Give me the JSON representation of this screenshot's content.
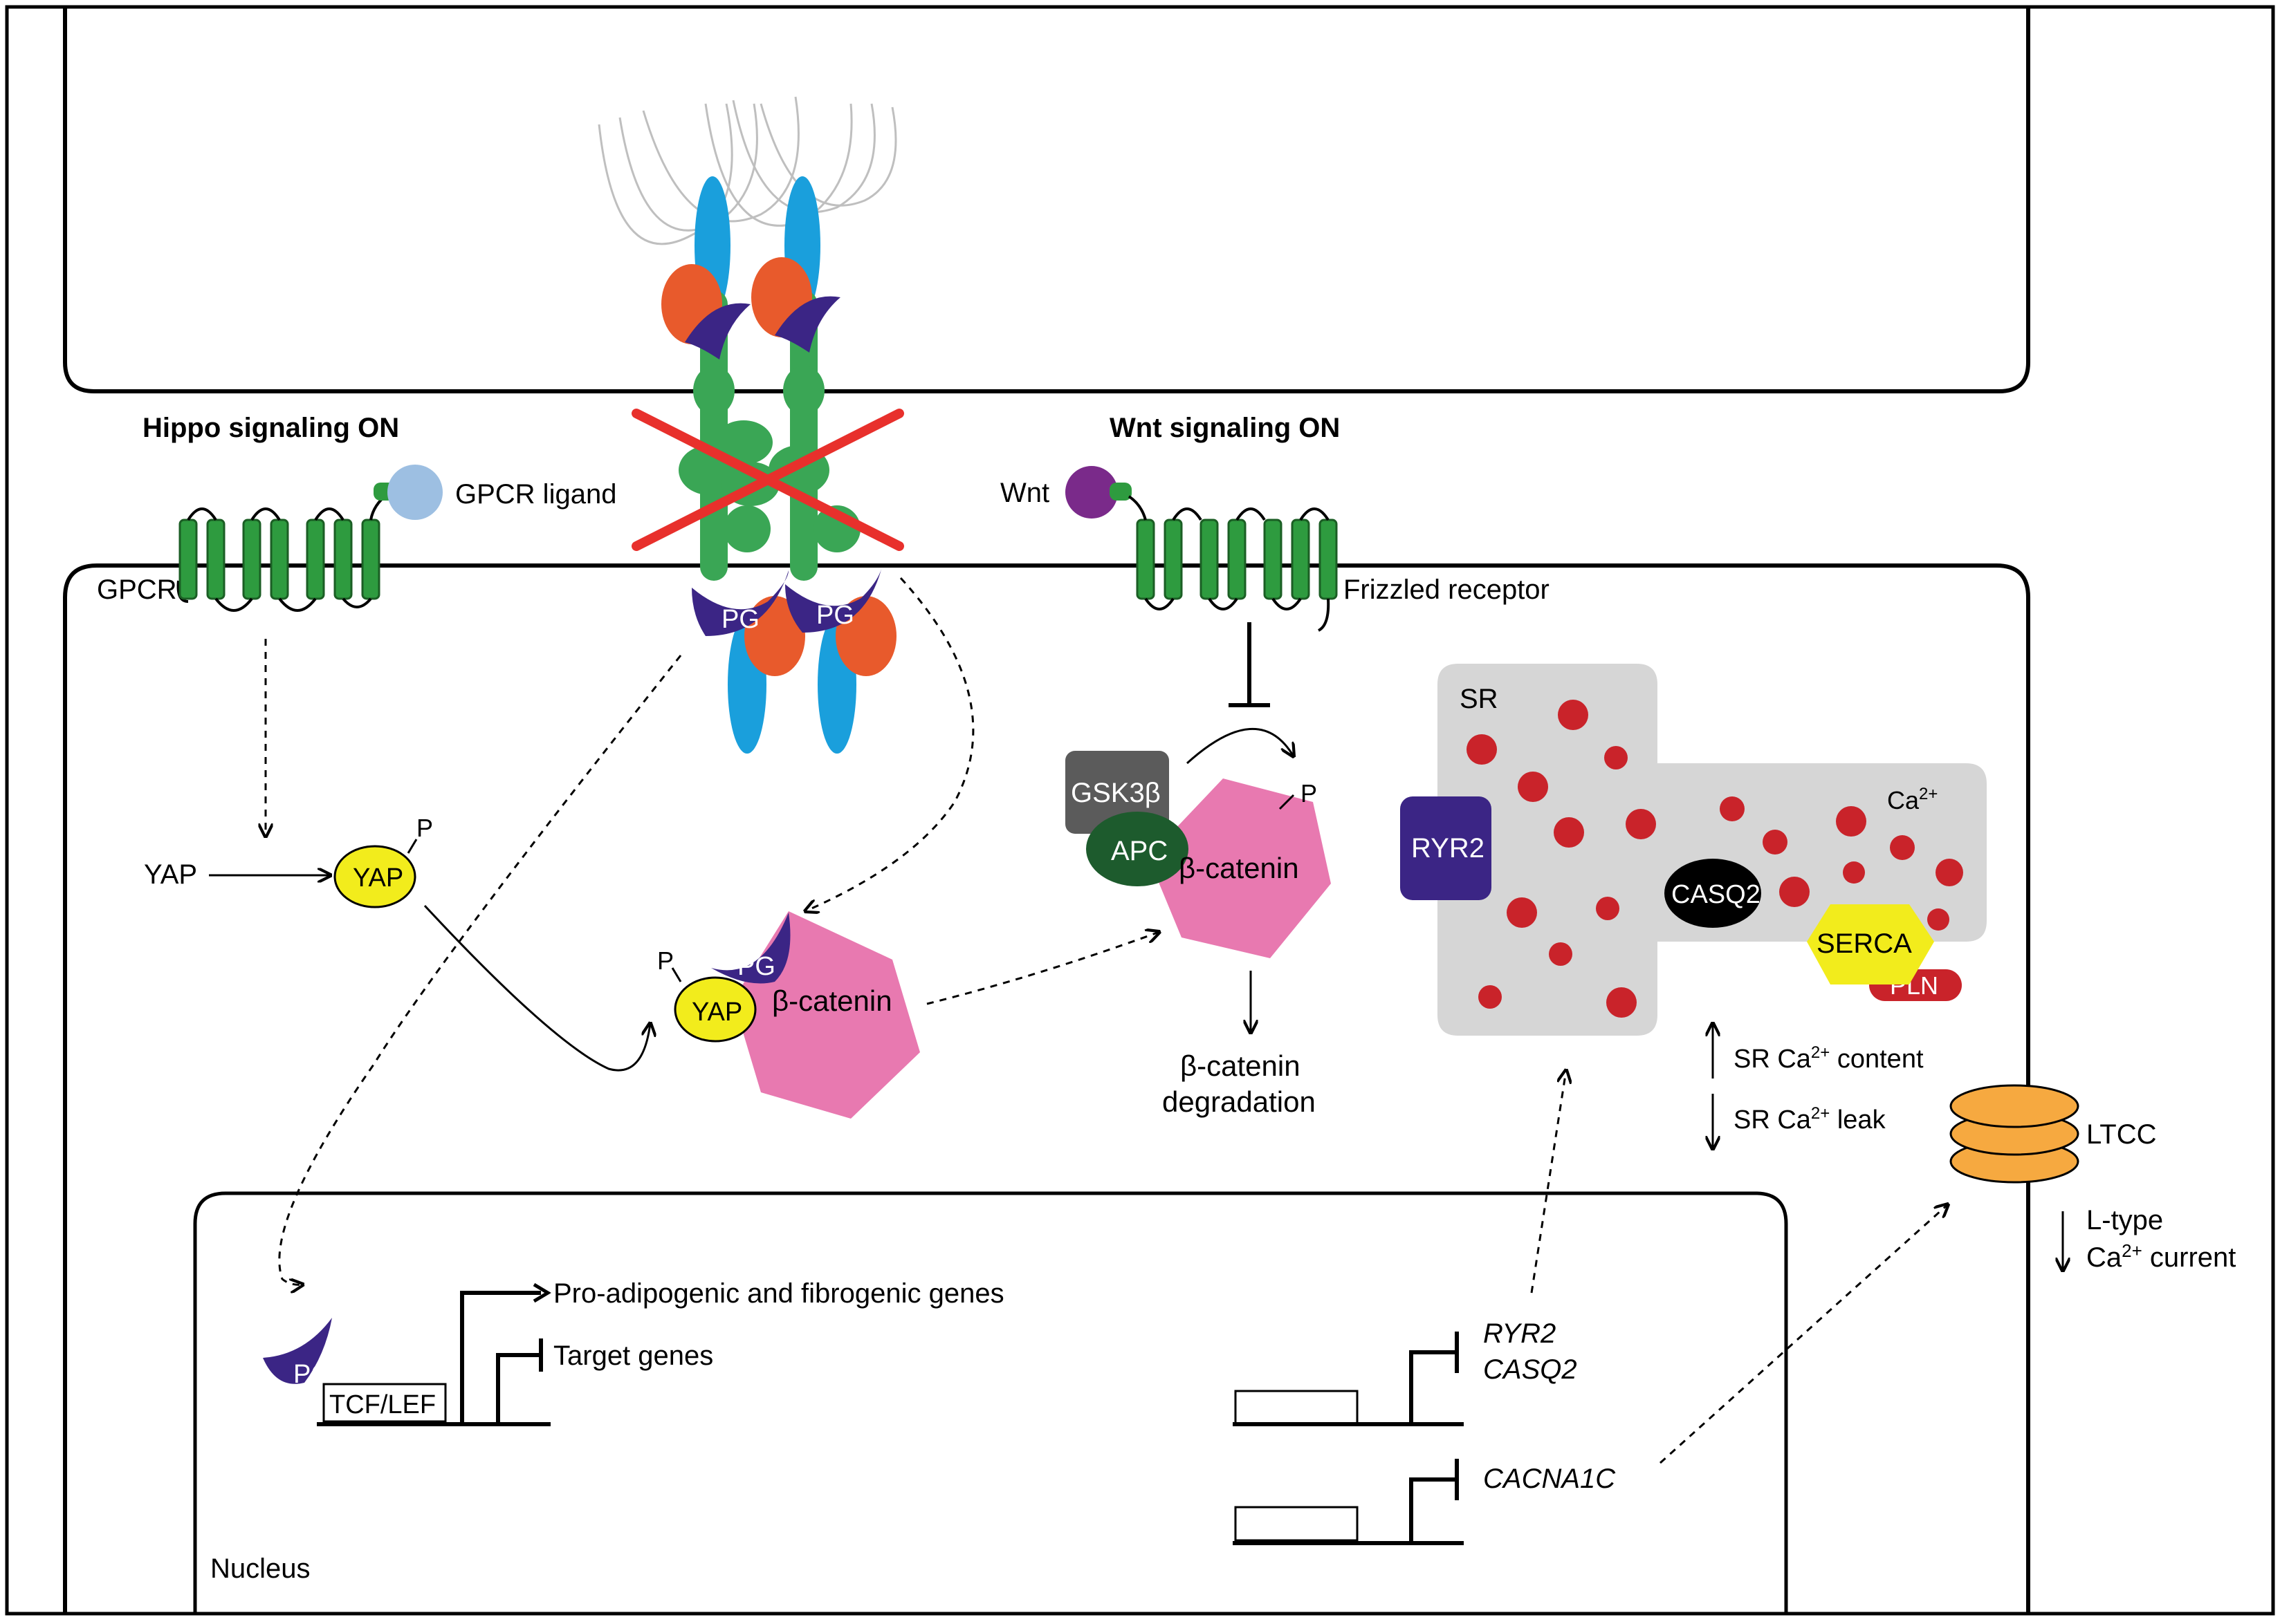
{
  "labels": {
    "hippo": "Hippo signaling ON",
    "gpcr_ligand": "GPCR ligand",
    "gpcr": "GPCR",
    "wnt_on": "Wnt signaling ON",
    "wnt": "Wnt",
    "frizzled": "Frizzled receptor",
    "yap": "YAP",
    "p": "P",
    "pg": "PG",
    "beta_catenin": "β-catenin",
    "gsk3b": "GSK3β",
    "apc": "APC",
    "degradation_1": "β-catenin",
    "degradation_2": "degradation",
    "sr": "SR",
    "ca": "Ca",
    "ca_sup": "2+",
    "ryr2": "RYR2",
    "casq2": "CASQ2",
    "serca": "SERCA",
    "pln": "PLN",
    "sr_content_a": "SR Ca",
    "sr_content_b": " content",
    "sr_leak_a": "SR Ca",
    "sr_leak_b": " leak",
    "ltcc": "LTCC",
    "ltype_1": "L-type",
    "ltype_2a": "Ca",
    "ltype_2b": " current",
    "pro_genes": "Pro-adipogenic and fibrogenic genes",
    "target_genes": "Target genes",
    "tcf_lef": "TCF/LEF",
    "gene_ryr2": "RYR2",
    "gene_casq2": "CASQ2",
    "gene_cacna1c": "CACNA1C",
    "nucleus": "Nucleus"
  },
  "colors": {
    "desmosome_blue": "#1a9fdc",
    "desmosome_green": "#3aa655",
    "orange": "#e85a2c",
    "plakoglobin_purple": "#3b2585",
    "yap_yellow": "#f2ec1c",
    "beta_catenin_pink": "#e879b0",
    "gsk3b_gray": "#5b5b5b",
    "apc_green": "#1d5b2d",
    "sr_gray": "#d6d6d6",
    "ca_red": "#c9232a",
    "ltcc_orange": "#f6a940",
    "cross_red": "#e8302c",
    "ligand_blue": "#9dbfe2",
    "wnt_purple": "#7a2a8a",
    "receptor_green": "#2e9b3f"
  },
  "icons": [
    "desmosome-icon",
    "gpcr-receptor-icon",
    "frizzled-receptor-icon",
    "calcium-ion-icon",
    "ltcc-channel-icon",
    "promoter-arrow-icon",
    "repression-bar-icon"
  ]
}
